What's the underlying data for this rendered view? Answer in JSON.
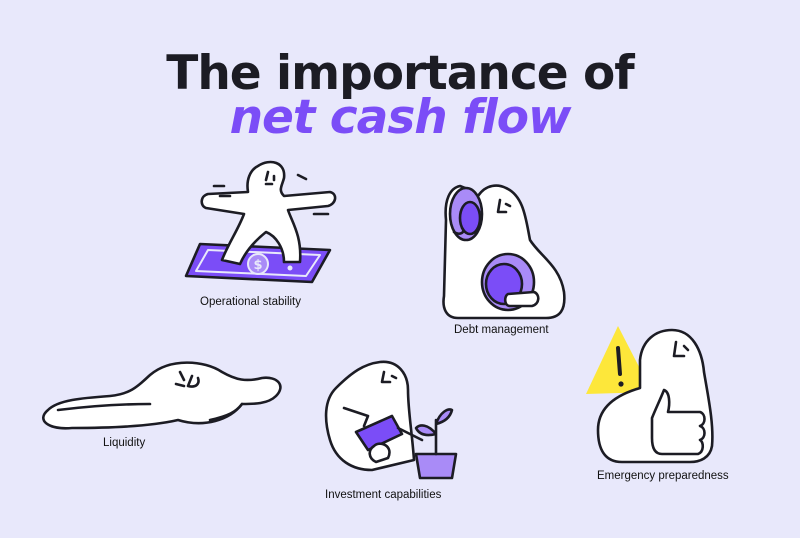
{
  "title": {
    "line1": "The importance of",
    "line2": "net cash flow"
  },
  "items": [
    {
      "label": "Operational stability",
      "icon": "figure-surfing-banknote-icon"
    },
    {
      "label": "Debt management",
      "icon": "figure-holding-coins-icon"
    },
    {
      "label": "Liquidity",
      "icon": "melted-puddle-figure-icon"
    },
    {
      "label": "Investment capabilities",
      "icon": "figure-watering-plant-icon"
    },
    {
      "label": "Emergency preparedness",
      "icon": "figure-thumbs-up-warning-icon"
    }
  ],
  "colors": {
    "background": "#E8E8FB",
    "accent": "#7B4DF7",
    "accent_light": "#A98BF7",
    "warning": "#FDE73A",
    "ink": "#1C1C24"
  }
}
